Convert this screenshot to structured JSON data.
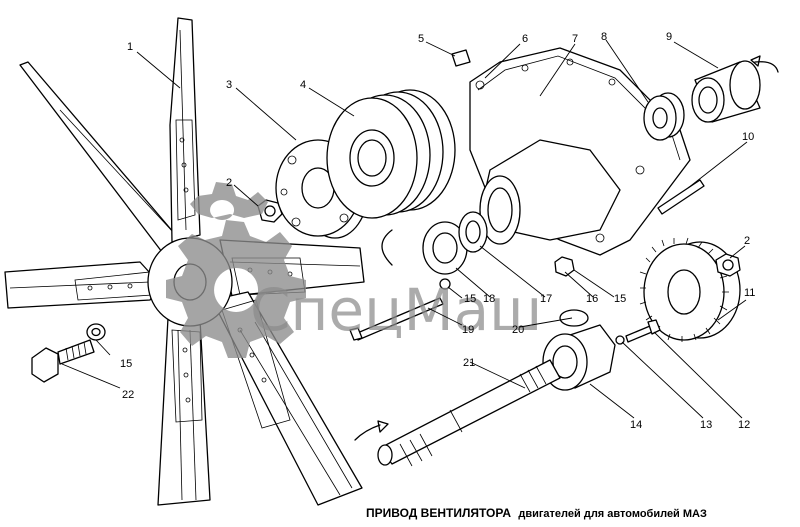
{
  "caption": {
    "bold": "ПРИВОД ВЕНТИЛЯТОРА",
    "rest": "двигателей для автомобилей МАЗ"
  },
  "watermark": {
    "text": "СпецМаш",
    "logo_icon": "gear-logo-icon"
  },
  "callouts": [
    {
      "id": "c1",
      "text": "1"
    },
    {
      "id": "c2a",
      "text": "2"
    },
    {
      "id": "c2b",
      "text": "2"
    },
    {
      "id": "c3",
      "text": "3"
    },
    {
      "id": "c4",
      "text": "4"
    },
    {
      "id": "c5",
      "text": "5"
    },
    {
      "id": "c6",
      "text": "6"
    },
    {
      "id": "c7",
      "text": "7"
    },
    {
      "id": "c8",
      "text": "8"
    },
    {
      "id": "c9",
      "text": "9"
    },
    {
      "id": "c10",
      "text": "10"
    },
    {
      "id": "c11",
      "text": "11"
    },
    {
      "id": "c12",
      "text": "12"
    },
    {
      "id": "c13",
      "text": "13"
    },
    {
      "id": "c14",
      "text": "14"
    },
    {
      "id": "c15a",
      "text": "15"
    },
    {
      "id": "c15b",
      "text": "15"
    },
    {
      "id": "c15c",
      "text": "15"
    },
    {
      "id": "c16",
      "text": "16"
    },
    {
      "id": "c17",
      "text": "17"
    },
    {
      "id": "c18",
      "text": "18"
    },
    {
      "id": "c19",
      "text": "19"
    },
    {
      "id": "c20",
      "text": "20"
    },
    {
      "id": "c21",
      "text": "21"
    },
    {
      "id": "c22",
      "text": "22"
    }
  ]
}
